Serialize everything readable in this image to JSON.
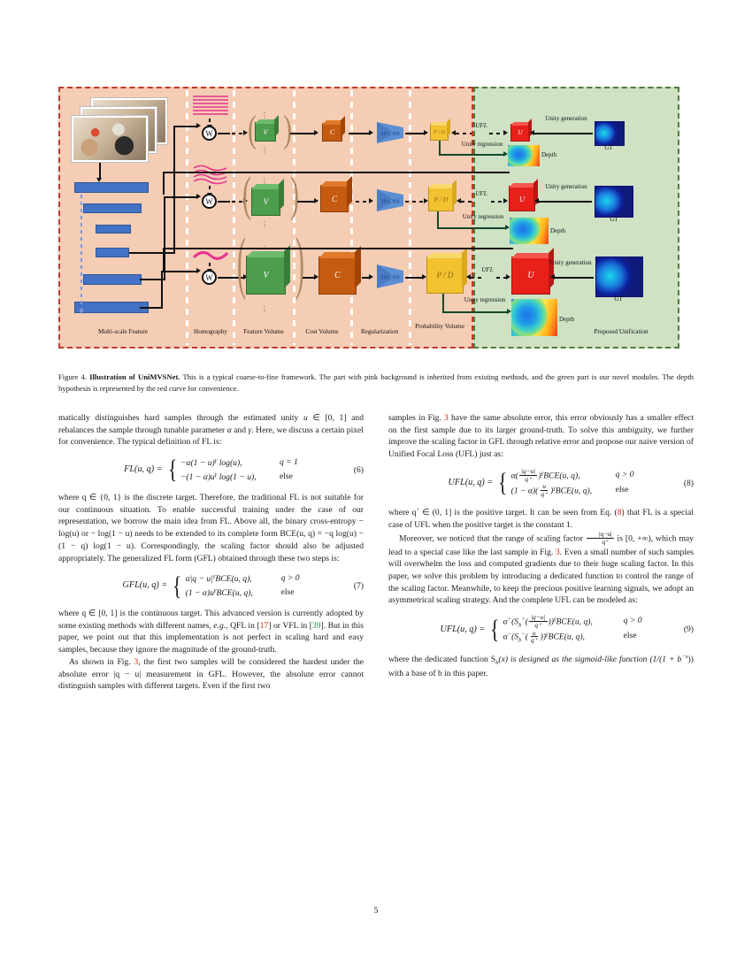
{
  "document": {
    "page_number": "5"
  },
  "figure": {
    "panels": {
      "pink_label": "Proposed Unification",
      "pink_color": "#f5cdb4",
      "green_color": "#cfe2c4"
    },
    "column_labels": [
      "Multi-scale Feature",
      "Homography",
      "Feature Volume",
      "Cost Volume",
      "Regularization",
      "Probability Volume",
      "Proposed Unification"
    ],
    "nodes": {
      "warp": "W",
      "feature_volume": "V",
      "cost_volume": "C",
      "regularization": "3D CNN",
      "probability_volume": "P / D",
      "unity": "U",
      "gt": "GT",
      "depth": "Depth",
      "ufl": "UFL",
      "unity_generation": "Unity generation",
      "unity_regression": "Unity regression",
      "dots": "⋮"
    }
  },
  "caption": {
    "label": "Figure 4.",
    "bold": "Illustration of UniMVSNet.",
    "text": " This is a typical coarse-to-fine framework. The part with pink background is inherited from existing methods, and the green part is our novel modules. The depth hypothesis is represented by the red curve for convenience."
  },
  "left_column": {
    "p1_a": "matically distinguishes hard samples through the estimated unity ",
    "p1_u": "u",
    "p1_b": " ∈ [0, 1] and rebalances the sample through tunable parameter ",
    "p1_alpha": "α",
    "p1_c": " and ",
    "p1_gamma": "γ",
    "p1_d": ". Here, we discuss a certain pixel for convenience. The typical definition of FL is:",
    "eq6": {
      "lhs": "FL(u, q) =",
      "case1_expr": "−α(1 − u)",
      "case1_exp": "γ",
      "case1_expr2": " log(u),",
      "case1_cond": "q = 1",
      "case2_expr": "−(1 − α)u",
      "case2_exp": "γ",
      "case2_expr2": " log(1 − u),",
      "case2_cond": "else",
      "number": "(6)"
    },
    "p2": "where q ∈ {0, 1} is the discrete target. Therefore, the traditional FL is not suitable for our continuous situation. To enable successful training under the case of our representation, we borrow the main idea from FL. Above all, the binary cross-entropy − log(u) or − log(1 − u) needs to be extended to its complete form BCE(u, q) = −q log(u) − (1 − q) log(1 − u). Correspondingly, the scaling factor should also be adjusted appropriately. The generalized FL form (GFL) obtained through these two steps is:",
    "eq7": {
      "lhs": "GFL(u, q) =",
      "case1_expr": "α|q − u|",
      "case1_exp": "γ",
      "case1_expr2": "BCE(u, q),",
      "case1_cond": "q > 0",
      "case2_expr": "(1 − α)u",
      "case2_exp": "γ",
      "case2_expr2": "BCE(u, q),",
      "case2_cond": "else",
      "number": "(7)"
    },
    "p3_a": "where q ∈ [0, 1] is the continuous target. This advanced version is currently adopted by some existing methods with different names, ",
    "p3_eg": "e.g.",
    "p3_b": ", QFL in [",
    "p3_ref1": "17",
    "p3_c": "] or VFL in [",
    "p3_ref2": "39",
    "p3_d": "]. But in this paper, we point out that this implementation is not perfect in scaling hard and easy samples, because they ignore the magnitude of the ground-truth.",
    "p4_a": "As shown in Fig. ",
    "p4_ref": "3",
    "p4_b": ", the first two samples will be considered the hardest under the absolute error |q − u| measurement in GFL. However, the absolute error cannot distinguish samples with different targets. Even if the first two"
  },
  "right_column": {
    "p1_a": "samples in Fig. ",
    "p1_ref": "3",
    "p1_b": " have the same absolute error, this error obviously has a smaller effect on the first sample due to its larger ground-truth. To solve this ambiguity, we further improve the scaling factor in GFL through relative error and propose our naive version of Unified Focal Loss (UFL) just as:",
    "eq8": {
      "lhs": "UFL(u, q) =",
      "case1_pre": "α(",
      "case1_num": "|q−u|",
      "case1_den": "q⁺",
      "case1_post": ")",
      "case1_exp": "γ",
      "case1_bce": "BCE(u, q),",
      "case1_cond": "q > 0",
      "case2_pre": "(1 − α)(",
      "case2_num": "u",
      "case2_den": "q⁺",
      "case2_post": ")",
      "case2_exp": "γ",
      "case2_bce": "BCE(u, q),",
      "case2_cond": "else",
      "number": "(8)"
    },
    "p2_a": "where q",
    "p2_sup": "+",
    "p2_b": " ∈ (0, 1] is the positive target. It can be seen from Eq. (",
    "p2_ref": "8",
    "p2_c": ") that FL is a special case of UFL when the positive target is the constant 1.",
    "p3_a": "Moreover, we noticed that the range of scaling factor ",
    "p3_frac_num": "|q−u|",
    "p3_frac_den": "q⁺",
    "p3_b": " is [0, +∞), which may lead to a special case like the last sample in Fig. ",
    "p3_ref": "3",
    "p3_c": ". Even a small number of such samples will overwhelm the loss and computed gradients due to their huge scaling factor. In this paper, we solve this problem by introducing a dedicated function to control the range of the scaling factor. Meanwhile, to keep the precious positive learning signals, we adopt an asymmetrical scaling strategy. And the complete UFL can be modeled as:",
    "eq9": {
      "lhs": "UFL(u, q) =",
      "case1_a": "α",
      "case1_sup": "+",
      "case1_b": "(S",
      "case1_sub": "b",
      "case1_supb": "+",
      "case1_c": "(",
      "case1_num": "|q−u|",
      "case1_den": "q⁺",
      "case1_d": "))",
      "case1_exp": "γ",
      "case1_bce": "BCE(u, q),",
      "case1_cond": "q > 0",
      "case2_a": "α",
      "case2_sup": "−",
      "case2_b": "(S",
      "case2_sub": "b",
      "case2_supb": "−",
      "case2_c": "(",
      "case2_num": "u",
      "case2_den": "q⁺",
      "case2_d": "))",
      "case2_exp": "γ",
      "case2_bce": "BCE(u, q),",
      "case2_cond": "else",
      "number": "(9)"
    },
    "p4_a": "where the dedicated function S",
    "p4_sub": "b",
    "p4_b": "(x) is designed as the sigmoid-like function (1/(1 + b",
    "p4_sup": "−x",
    "p4_c": ")) with a base of b in this paper."
  }
}
